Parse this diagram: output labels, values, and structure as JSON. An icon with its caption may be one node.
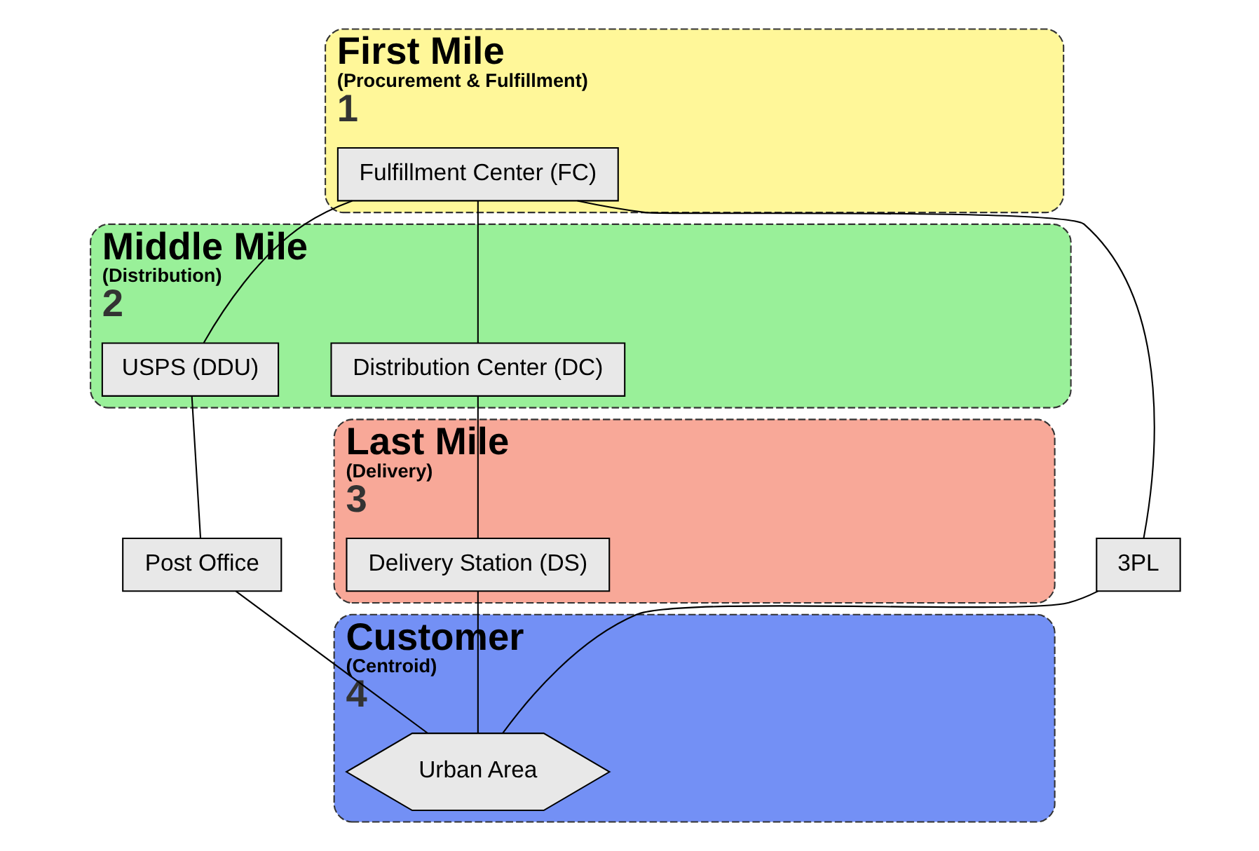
{
  "diagram": {
    "nodes": [
      {
        "text": [
          "First Mile",
          "(Procurement & Fulfillment)",
          "1"
        ]
      },
      {
        "text": [
          "Fulfillment Center (FC)"
        ],
        "in": 0
      },
      {
        "text": [
          "Middle Mile",
          "(Distribution)",
          "2"
        ]
      },
      {
        "text": [
          "USPS (DDU)"
        ],
        "in": 2
      },
      {
        "text": [
          "Distribution Center (DC)"
        ],
        "in": 2
      },
      {
        "text": [
          "Post Office"
        ]
      },
      {
        "text": [
          "3PL"
        ]
      },
      {
        "text": [
          "Last Mile",
          "(Delivery)",
          "3"
        ]
      },
      {
        "text": [
          "Delivery Station (DS)"
        ],
        "in": 7
      },
      {
        "text": [
          "Customer",
          "(Centroid)",
          "4"
        ]
      },
      {
        "text": [
          "Urban Area"
        ],
        "in": 9
      }
    ],
    "edges": [
      {
        "from": 1,
        "to": 3,
        "arrow": "none"
      },
      {
        "from": 3,
        "to": 5,
        "arrow": "none"
      },
      {
        "from": 5,
        "to": 10,
        "arrow": "none"
      },
      {
        "from": 1,
        "to": 4,
        "arrow": "none"
      },
      {
        "from": 4,
        "to": 8,
        "arrow": "none"
      },
      {
        "from": 8,
        "to": 10,
        "arrow": "none"
      },
      {
        "from": 1,
        "to": 6,
        "arrow": "none"
      },
      {
        "from": 6,
        "to": 10,
        "arrow": "none"
      }
    ]
  }
}
